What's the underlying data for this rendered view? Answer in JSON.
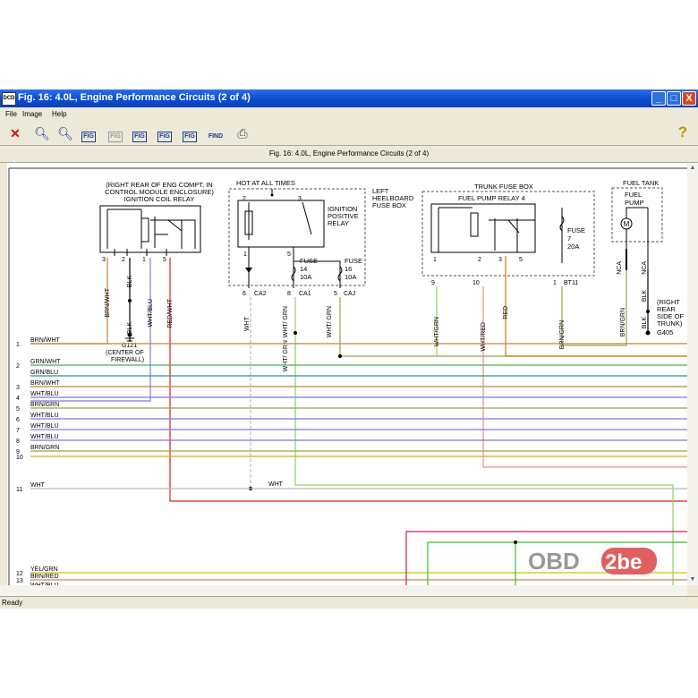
{
  "window": {
    "title": "Fig. 16: 4.0L, Engine Performance Circuits (2 of 4)",
    "app_icon_label": "DCD",
    "controls": {
      "minimize": "_",
      "maximize": "□",
      "close": "X"
    }
  },
  "menu": {
    "file": "File",
    "image": "Image",
    "help": "Help"
  },
  "toolbar": {
    "fig_label": "FIG",
    "find_label": "FIND",
    "help_label": "?"
  },
  "caption": "Fig. 16: 4.0L, Engine Performance Circuits (2 of 4)",
  "status": "Ready",
  "diagram": {
    "ign_coil_header_1": "(RIGHT REAR OF ENG COMPT, IN",
    "ign_coil_header_2": "CONTROL MODULE ENCLOSURE)",
    "ign_coil_header_3": "IGNITION COIL RELAY",
    "hot_at_all_times": "HOT AT ALL TIMES",
    "left_fuse_box_1": "LEFT",
    "left_fuse_box_2": "HEELBOARD",
    "left_fuse_box_3": "FUSE BOX",
    "ign_relay_1": "IGNITION",
    "ign_relay_2": "POSITIVE",
    "ign_relay_3": "RELAY",
    "fuse14_1": "FUSE",
    "fuse14_2": "14",
    "fuse14_3": "10A",
    "fuse16_1": "FUSE",
    "fuse16_2": "16",
    "fuse16_3": "10A",
    "trunk_fuse_box": "TRUNK FUSE BOX",
    "fuel_pump_relay": "FUEL PUMP RELAY 4",
    "fuse7_1": "FUSE",
    "fuse7_2": "7",
    "fuse7_3": "20A",
    "bt11": "BT11",
    "fuel_tank": "FUEL TANK",
    "fuel_pump_1": "FUEL",
    "fuel_pump_2": "PUMP",
    "motor": "M",
    "g121_1": "G121",
    "g121_2": "(CENTER OF",
    "g121_3": "FIREWALL)",
    "g405_1": "(RIGHT",
    "g405_2": "REAR",
    "g405_3": "SIDE OF",
    "g405_4": "TRUNK)",
    "g405_5": "G405",
    "ca2": "CA2",
    "ca1": "CA1",
    "caj": "CAJ",
    "wht": "WHT",
    "wht_grn_run": "WHT/ GRN",
    "wht_grn_run_2": "WHT/ GRN",
    "wires_vertical": {
      "brn_wht": "BRN/WHT",
      "blk_a": "BLK",
      "blk_b": "BLK",
      "wht_blu": "WHT/BLU",
      "red_wht": "RED/WHT",
      "wht_grn_a": "WHT/GRN",
      "wht_red": "WHT/RED",
      "red": "RED",
      "brn_grn": "BRN/GRN",
      "brn_grn_b": "BRN/GRN",
      "blk_c": "BLK",
      "blk_d": "BLK",
      "nca_a": "NCA",
      "nca_b": "NCA"
    },
    "pins": {
      "c3": "3",
      "c2": "2",
      "c1": "1",
      "c5": "5",
      "r2": "2",
      "r3": "3",
      "r1": "1",
      "r5": "5",
      "p6": "6",
      "p8": "8",
      "p5": "5",
      "f1": "1",
      "f2": "2",
      "f3": "3",
      "f5": "5",
      "b9": "9",
      "b10": "10",
      "b1": "1"
    },
    "bus": [
      {
        "num": "1",
        "label": "BRN/WHT",
        "color": "#b8863b"
      },
      {
        "num": "2",
        "label": "GRN/WHT",
        "color": "#4caf50"
      },
      {
        "num": "",
        "label": "GRN/BLU",
        "color": "#1a9a8c"
      },
      {
        "num": "3",
        "label": "BRN/WHT",
        "color": "#b8863b"
      },
      {
        "num": "4",
        "label": "WHT/BLU",
        "color": "#7a7ae0"
      },
      {
        "num": "5",
        "label": "BRN/GRN",
        "color": "#8fa64a"
      },
      {
        "num": "6",
        "label": "WHT/BLU",
        "color": "#7a7ae0"
      },
      {
        "num": "7",
        "label": "WHT/BLU",
        "color": "#7a7ae0"
      },
      {
        "num": "8",
        "label": "WHT/BLU",
        "color": "#7a7ae0"
      },
      {
        "num": "9",
        "label": "BRN/GRN",
        "color": "#8fa64a"
      },
      {
        "num": "10",
        "label": "",
        "color": "#c8b400"
      },
      {
        "num": "11",
        "label": "WHT",
        "color": "#bbbbbb"
      },
      {
        "num": "12",
        "label": "YEL/GRN",
        "color": "#c8c800"
      },
      {
        "num": "13",
        "label": "BRN/RED",
        "color": "#cc8844"
      },
      {
        "num": "",
        "label": "WHT/BLU",
        "color": "#7a7ae0"
      }
    ],
    "watermark_a": "OBD",
    "watermark_b": "2be"
  }
}
